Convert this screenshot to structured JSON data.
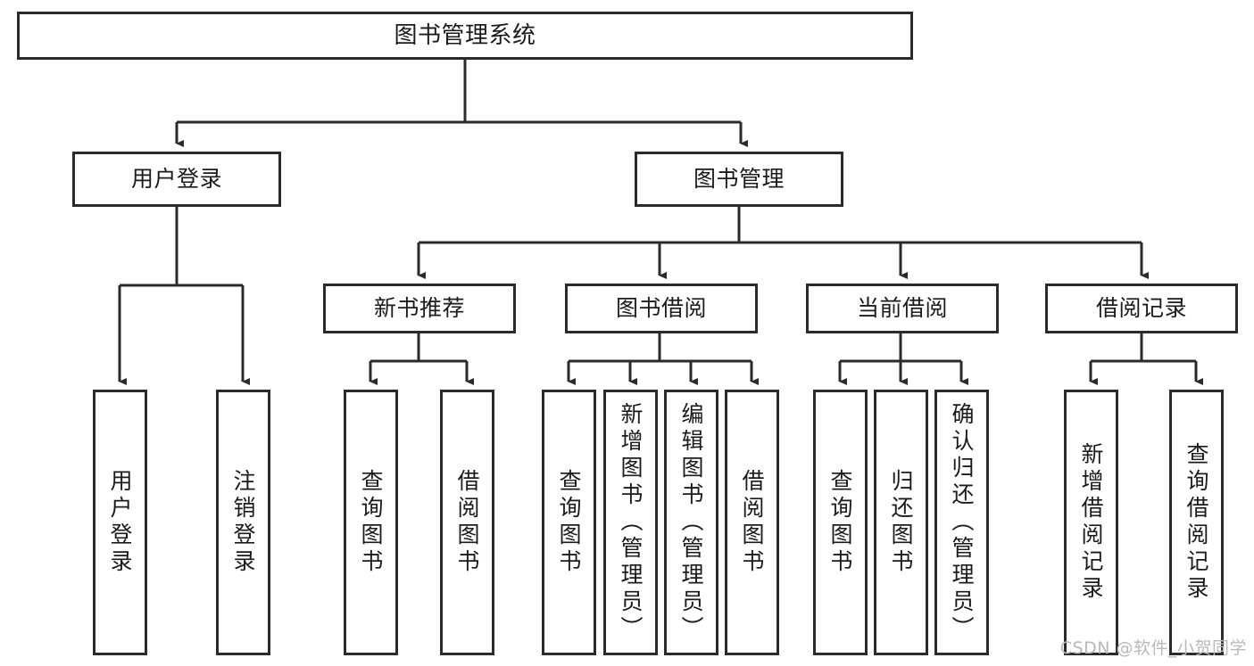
{
  "diagram": {
    "type": "tree-hierarchy",
    "title": "图书管理系统",
    "orientation": "top-down",
    "root": {
      "id": "root",
      "label": "图书管理系统",
      "orientation": "horizontal"
    },
    "level2": [
      {
        "id": "user-login",
        "label": "用户登录",
        "orientation": "horizontal"
      },
      {
        "id": "book-manage",
        "label": "图书管理",
        "orientation": "horizontal"
      }
    ],
    "level3": [
      {
        "id": "new-book-recommend",
        "label": "新书推荐",
        "orientation": "horizontal",
        "parent": "book-manage"
      },
      {
        "id": "book-borrow",
        "label": "图书借阅",
        "orientation": "horizontal",
        "parent": "book-manage"
      },
      {
        "id": "current-borrow",
        "label": "当前借阅",
        "orientation": "horizontal",
        "parent": "book-manage"
      },
      {
        "id": "borrow-record",
        "label": "借阅记录",
        "orientation": "horizontal",
        "parent": "book-manage"
      }
    ],
    "leaves": [
      {
        "id": "leaf-user-login",
        "label": "用户登录",
        "orientation": "vertical",
        "parent": "user-login"
      },
      {
        "id": "leaf-user-logout",
        "label": "注销登录",
        "orientation": "vertical",
        "parent": "user-login"
      },
      {
        "id": "leaf-query-book-1",
        "label": "查询图书",
        "orientation": "vertical",
        "parent": "new-book-recommend"
      },
      {
        "id": "leaf-borrow-book-1",
        "label": "借阅图书",
        "orientation": "vertical",
        "parent": "new-book-recommend"
      },
      {
        "id": "leaf-query-book-2",
        "label": "查询图书",
        "orientation": "vertical",
        "parent": "book-borrow"
      },
      {
        "id": "leaf-add-book",
        "label": "新增图书（管理员）",
        "orientation": "vertical",
        "parent": "book-borrow"
      },
      {
        "id": "leaf-edit-book",
        "label": "编辑图书（管理员）",
        "orientation": "vertical",
        "parent": "book-borrow"
      },
      {
        "id": "leaf-borrow-book-2",
        "label": "借阅图书",
        "orientation": "vertical",
        "parent": "book-borrow"
      },
      {
        "id": "leaf-query-book-3",
        "label": "查询图书",
        "orientation": "vertical",
        "parent": "current-borrow"
      },
      {
        "id": "leaf-return-book",
        "label": "归还图书",
        "orientation": "vertical",
        "parent": "current-borrow"
      },
      {
        "id": "leaf-confirm-return",
        "label": "确认归还（管理员）",
        "orientation": "vertical",
        "parent": "current-borrow"
      },
      {
        "id": "leaf-add-record",
        "label": "新增借阅记录",
        "orientation": "vertical",
        "parent": "borrow-record"
      },
      {
        "id": "leaf-query-record",
        "label": "查询借阅记录",
        "orientation": "vertical",
        "parent": "borrow-record"
      }
    ]
  },
  "watermark": {
    "text": "CSDN @软件_小贺同学"
  },
  "colors": {
    "stroke": "#2b2b2b",
    "fill": "#ffffff",
    "text": "#1b1b1b",
    "watermark": "#b9b9b9"
  }
}
